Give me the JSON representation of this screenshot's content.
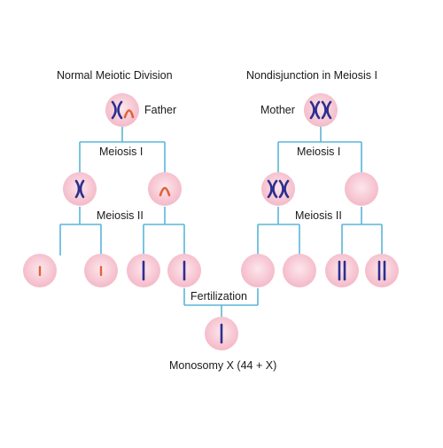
{
  "titles": {
    "left": "Normal Meiotic Division",
    "right": "Nondisjunction in Meiosis I"
  },
  "labels": {
    "father": "Father",
    "mother": "Mother",
    "meiosis1_left": "Meiosis I",
    "meiosis1_right": "Meiosis I",
    "meiosis2_left": "Meiosis II",
    "meiosis2_right": "Meiosis II",
    "fertilization": "Fertilization",
    "result": "Monosomy X (44 + X)"
  },
  "stock_id": "1732941000",
  "colors": {
    "cell_fill": "#f7c8d3",
    "cell_center": "#fde6ec",
    "line": "#5ab6d9",
    "x_chromosome": "#2e2f8f",
    "y_chromosome": "#e0623a",
    "text": "#1a1a1a"
  }
}
